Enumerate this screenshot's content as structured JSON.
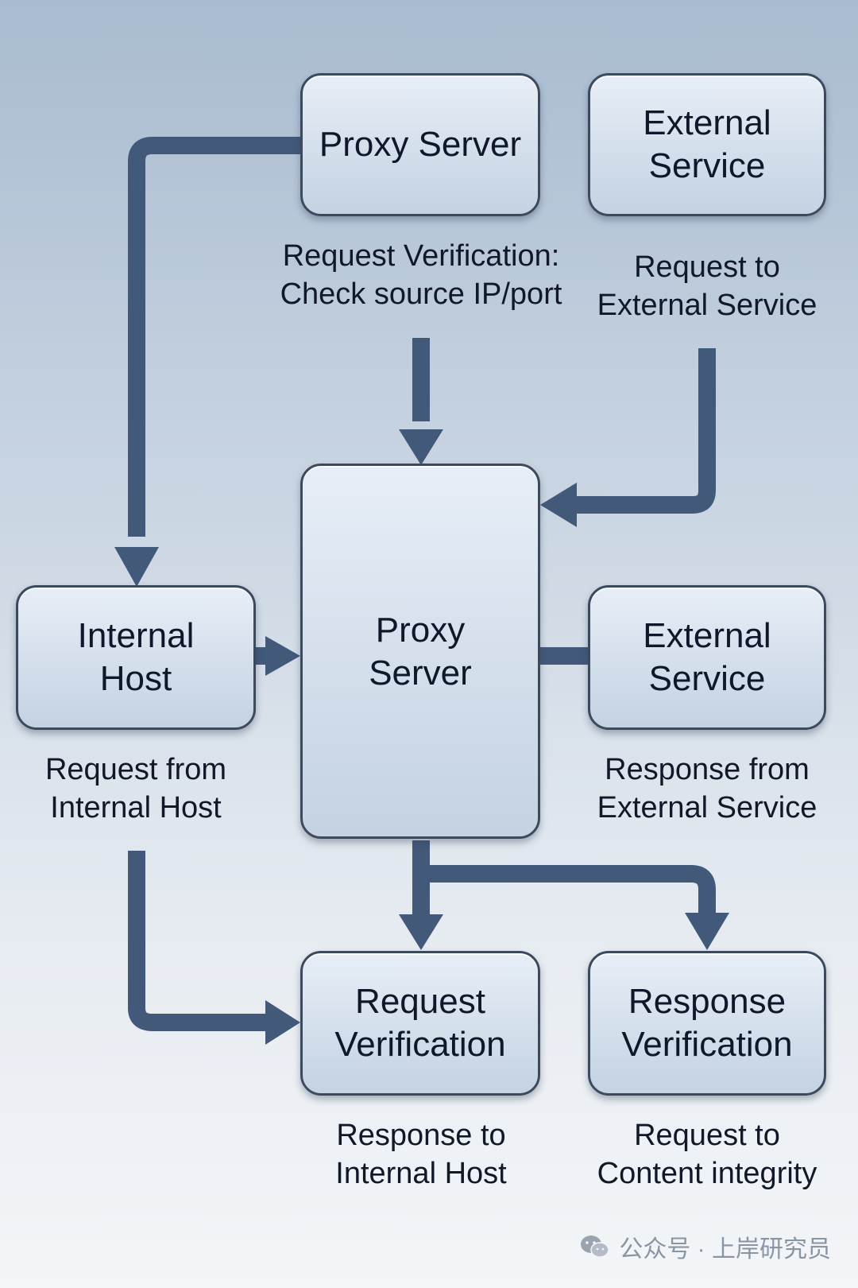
{
  "nodes": {
    "top_proxy": "Proxy Server",
    "top_external": "External\nService",
    "center_proxy": "Proxy\nServer",
    "internal_host": "Internal\nHost",
    "mid_external": "External\nService",
    "request_verification": "Request\nVerification",
    "response_verification": "Response\nVerification"
  },
  "captions": {
    "request_verification_check": "Request Verification:\nCheck source IP/port",
    "request_to_external": "Request to\nExternal Service",
    "request_from_internal": "Request from\nInternal Host",
    "response_from_external": "Response from\nExternal Service",
    "response_to_internal": "Response to\nInternal Host",
    "request_to_content": "Request to\nContent integrity"
  },
  "watermark": {
    "icon": "wechat-icon",
    "text": "公众号 · 上岸研究员"
  },
  "colors": {
    "arrow": "#43597a",
    "box_border": "#3c4a5e"
  }
}
